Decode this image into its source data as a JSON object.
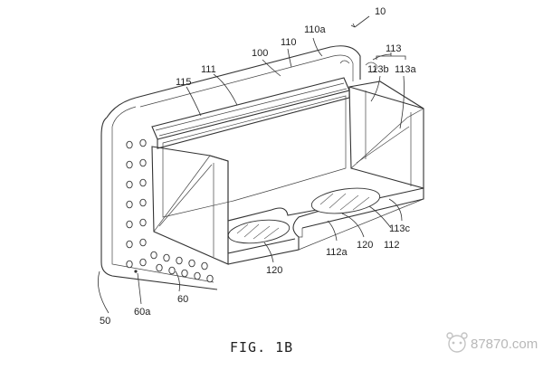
{
  "figure": {
    "caption": "FIG. 1B",
    "labels": {
      "device": "10",
      "body": "100",
      "frame": "110",
      "frame_edge": "110a",
      "opening": "111",
      "panel": "115",
      "reflector": "113",
      "reflector_b": "113b",
      "reflector_a": "113a",
      "reflector_c": "113c",
      "tray": "112",
      "tray_notch": "112a",
      "lens_left": "120",
      "lens_right": "120",
      "phone": "50",
      "back_cover": "60",
      "hole": "60a"
    }
  },
  "watermark": {
    "text": "87870.com",
    "icon": "panda-logo-icon"
  }
}
